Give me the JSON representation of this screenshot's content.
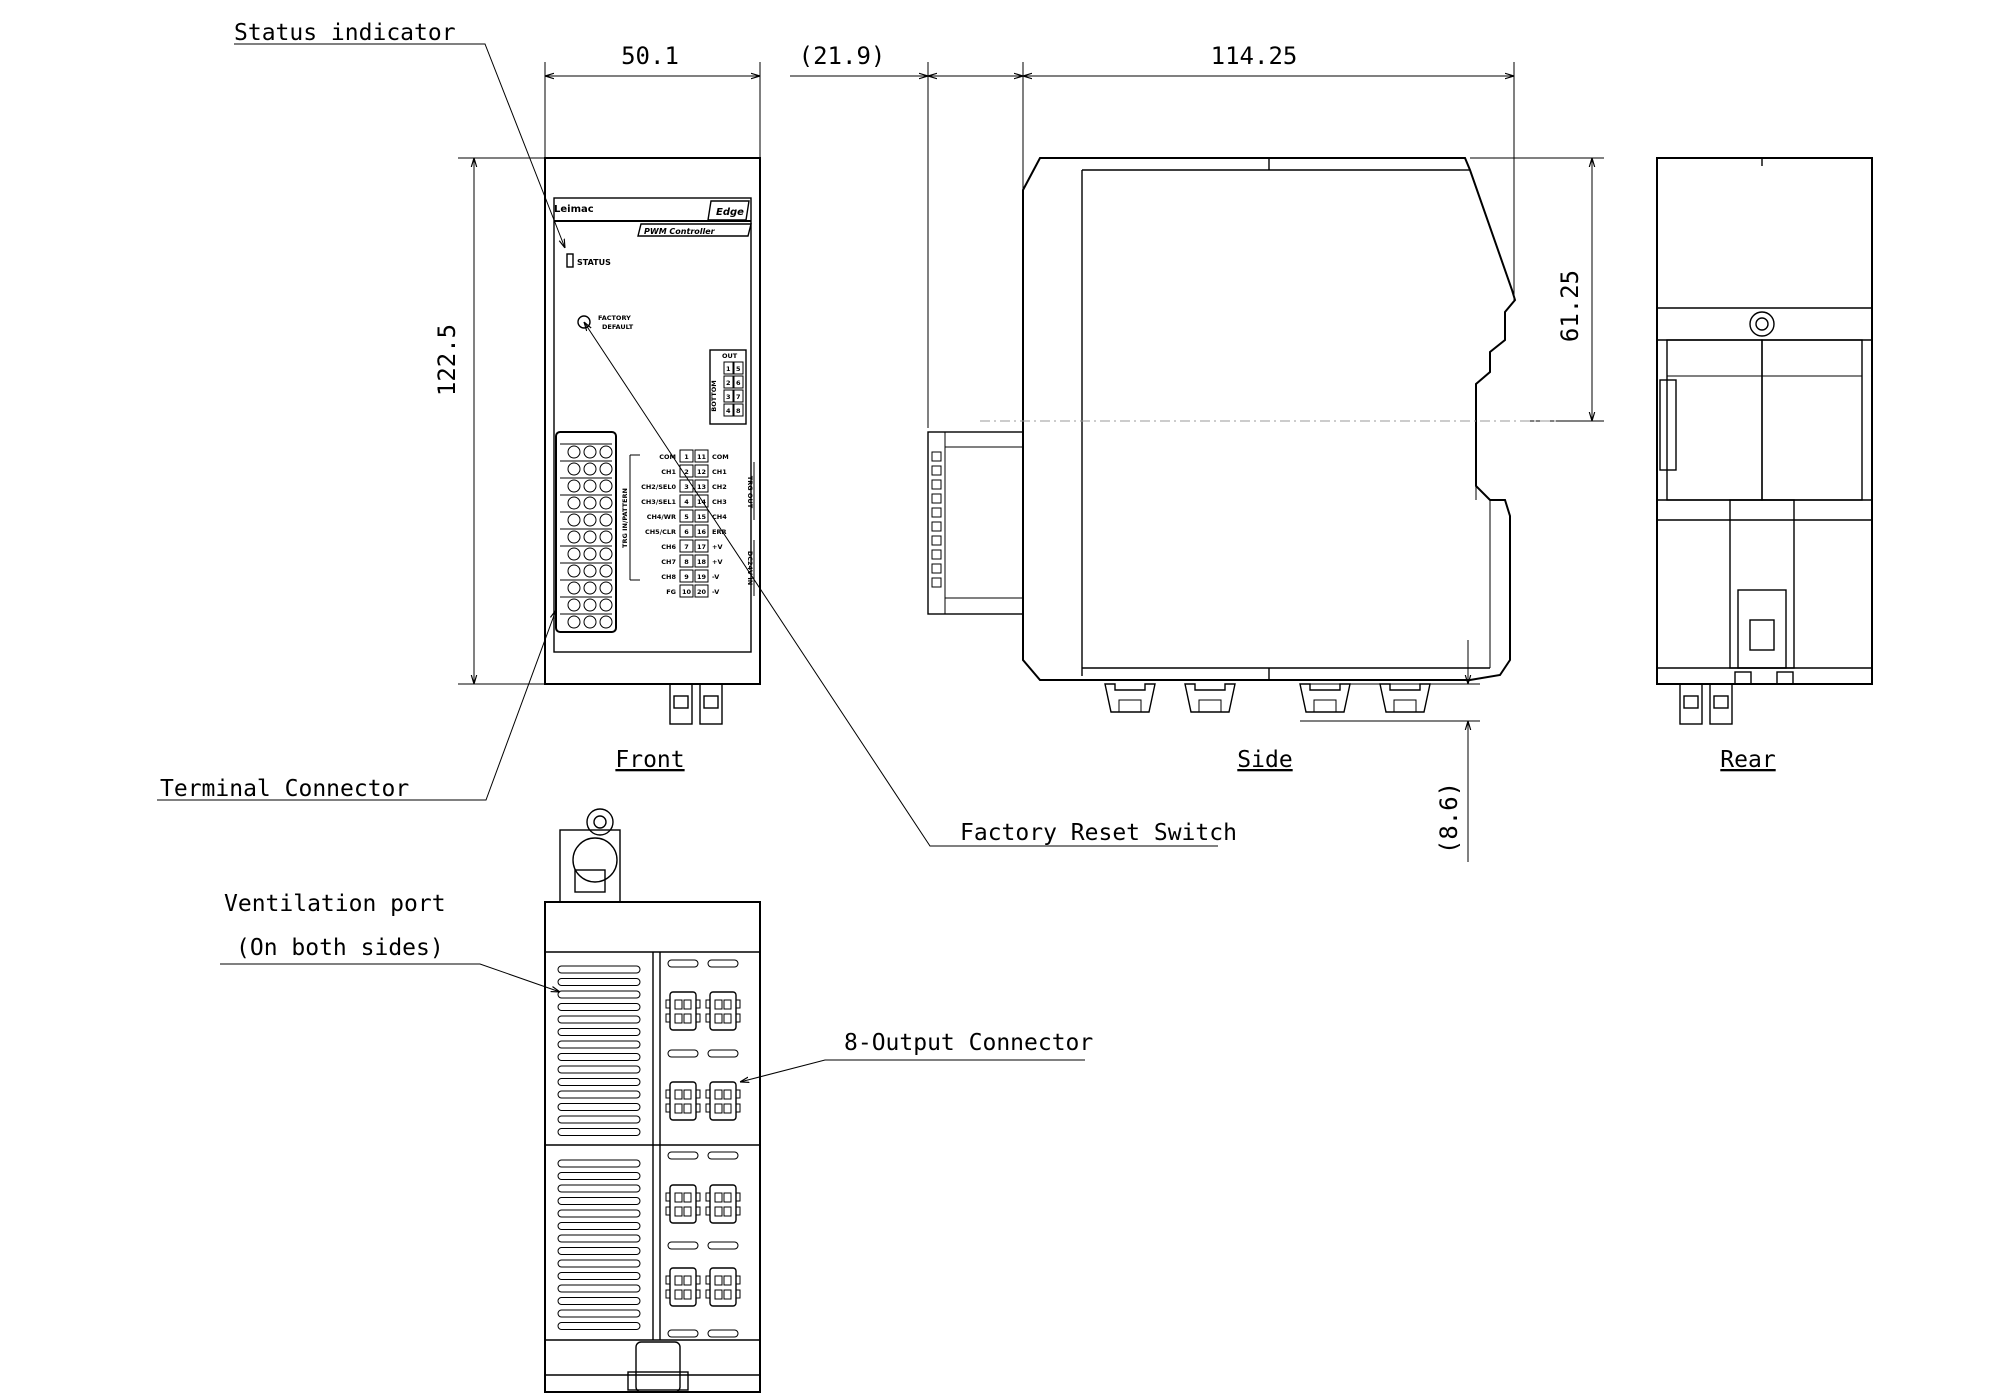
{
  "callouts": {
    "status_indicator": "Status indicator",
    "terminal_connector": "Terminal Connector",
    "factory_reset_switch": "Factory Reset Switch",
    "ventilation_port_line1": "Ventilation port",
    "ventilation_port_line2": "(On both sides)",
    "output_connector": "8-Output Connector"
  },
  "views": {
    "front": "Front",
    "side": "Side",
    "rear": "Rear"
  },
  "dimensions": {
    "width_front": "50.1",
    "depth_offset": "(21.9)",
    "depth_side": "114.25",
    "height_front": "122.5",
    "rail_height": "61.25",
    "connector_drop": "(8.6)"
  },
  "panel": {
    "brand": "Leimac",
    "series": "Edge",
    "product": "PWM Controller",
    "status": "STATUS",
    "factory_default_1": "FACTORY",
    "factory_default_2": "DEFAULT",
    "out": "OUT",
    "bottom": "BOTTOM",
    "trg_in_pattern": "TRG IN/PATTERN",
    "trg_out": "TRG OUT",
    "dc24v_in": "DC24V IN",
    "out_pins": [
      "1",
      "5",
      "2",
      "6",
      "3",
      "7",
      "4",
      "8"
    ],
    "left_labels": [
      "COM",
      "CH1",
      "CH2/SEL0",
      "CH3/SEL1",
      "CH4/WR",
      "CH5/CLR",
      "CH6",
      "CH7",
      "CH8",
      "FG"
    ],
    "right_labels": [
      "COM",
      "CH1",
      "CH2",
      "CH3",
      "CH4",
      "ERR",
      "+V",
      "+V",
      "-V",
      "-V"
    ],
    "pin_left": [
      "1",
      "2",
      "3",
      "4",
      "5",
      "6",
      "7",
      "8",
      "9",
      "10"
    ],
    "pin_right": [
      "11",
      "12",
      "13",
      "14",
      "15",
      "16",
      "17",
      "18",
      "19",
      "20"
    ]
  }
}
